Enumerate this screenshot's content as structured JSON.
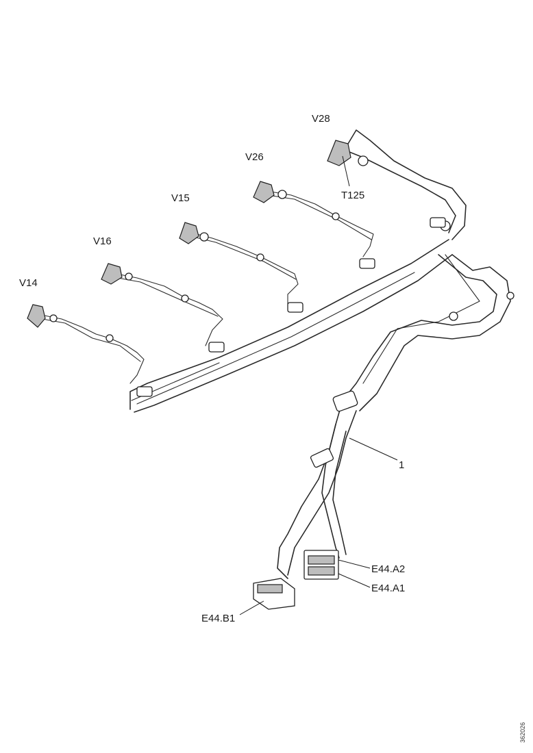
{
  "labels": {
    "v14": "V14",
    "v16": "V16",
    "v15": "V15",
    "v26": "V26",
    "v28": "V28",
    "t125": "T125",
    "item1": "1",
    "e44a2": "E44.A2",
    "e44a1": "E44.A1",
    "e44b1": "E44.B1"
  },
  "reference_number": "362026"
}
